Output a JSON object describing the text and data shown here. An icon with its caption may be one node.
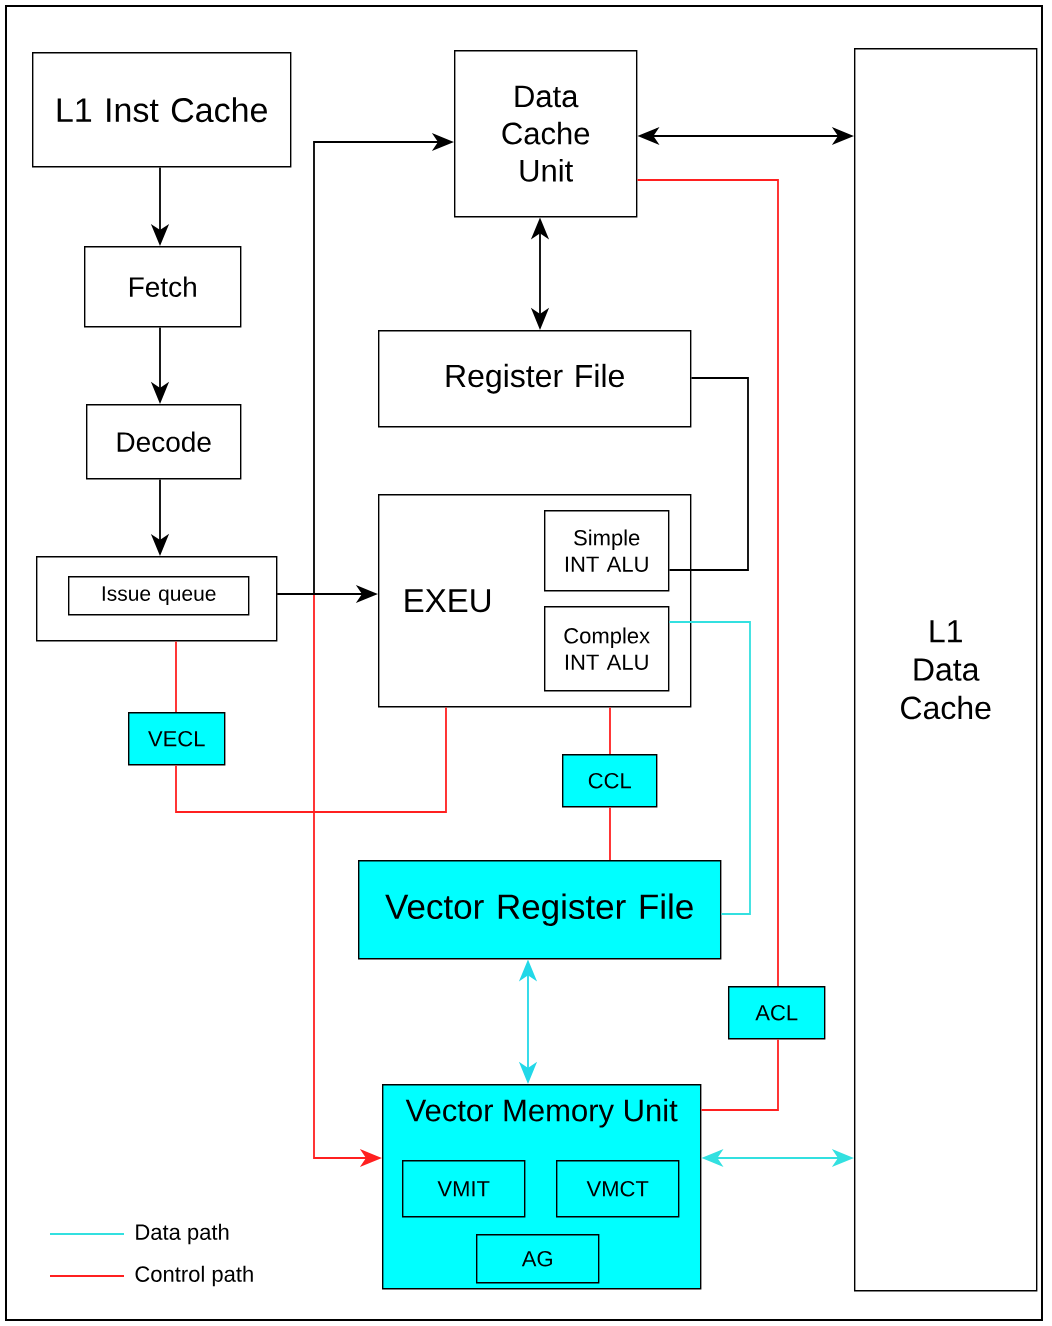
{
  "diagram": {
    "nodes": [
      {
        "text": [
          "L1 Inst Cache"
        ]
      },
      {
        "text": [
          "Fetch"
        ]
      },
      {
        "text": [
          "Decode"
        ]
      },
      {
        "text": [],
        "shape": "box"
      },
      {
        "text": [
          "Issue queue"
        ],
        "in": 3
      },
      {
        "text": [
          "Data Cache Unit"
        ]
      },
      {
        "text": [
          "Register File"
        ]
      },
      {
        "text": [
          "EXEU"
        ]
      },
      {
        "text": [
          "Simple INT ALU"
        ],
        "in": 7
      },
      {
        "text": [
          "Complex INT ALU"
        ],
        "in": 7
      },
      {
        "text": [
          "L1 Data Cache"
        ]
      },
      {
        "text": [
          "VECL"
        ]
      },
      {
        "text": [
          "CCL"
        ]
      },
      {
        "text": [
          "Vector Register File"
        ]
      },
      {
        "text": [
          "ACL"
        ]
      },
      {
        "text": [
          "Vector Memory Unit"
        ]
      },
      {
        "text": [
          "VMIT"
        ],
        "in": 15
      },
      {
        "text": [
          "VMCT"
        ],
        "in": 15
      },
      {
        "text": [
          "AG"
        ],
        "in": 15
      }
    ],
    "edges": [
      {
        "from": 0,
        "to": 1,
        "arrow": "to"
      },
      {
        "from": 1,
        "to": 2,
        "arrow": "to"
      },
      {
        "from": 2,
        "to": 3,
        "arrow": "to"
      },
      {
        "from": 3,
        "to": 7,
        "arrow": "to"
      },
      {
        "from": 3,
        "to": 5,
        "arrow": "to"
      },
      {
        "from": 5,
        "to": 10,
        "arrow": "both"
      },
      {
        "from": 5,
        "to": 6,
        "arrow": "both"
      },
      {
        "from": 6,
        "to": 8,
        "arrow": "none"
      },
      {
        "from": 9,
        "to": 13,
        "arrow": "none",
        "color": "#33e0e0"
      },
      {
        "from": 3,
        "to": 11,
        "arrow": "none",
        "color": "#ff2020"
      },
      {
        "from": 11,
        "to": 7,
        "arrow": "none",
        "color": "#ff2020"
      },
      {
        "from": 3,
        "to": 15,
        "arrow": "to",
        "color": "#ff2020"
      },
      {
        "from": 7,
        "to": 12,
        "arrow": "none",
        "color": "#ff2020"
      },
      {
        "from": 12,
        "to": 13,
        "arrow": "none",
        "color": "#ff2020"
      },
      {
        "from": 5,
        "to": 14,
        "arrow": "none",
        "color": "#ff2020"
      },
      {
        "from": 14,
        "to": 15,
        "arrow": "none",
        "color": "#ff2020"
      },
      {
        "from": 13,
        "to": 15,
        "arrow": "both",
        "color": "#22d8e8"
      },
      {
        "from": 15,
        "to": 10,
        "arrow": "both",
        "color": "#33e0e0"
      }
    ],
    "legend": [
      {
        "text": "Data path"
      },
      {
        "text": "Control path"
      }
    ]
  }
}
